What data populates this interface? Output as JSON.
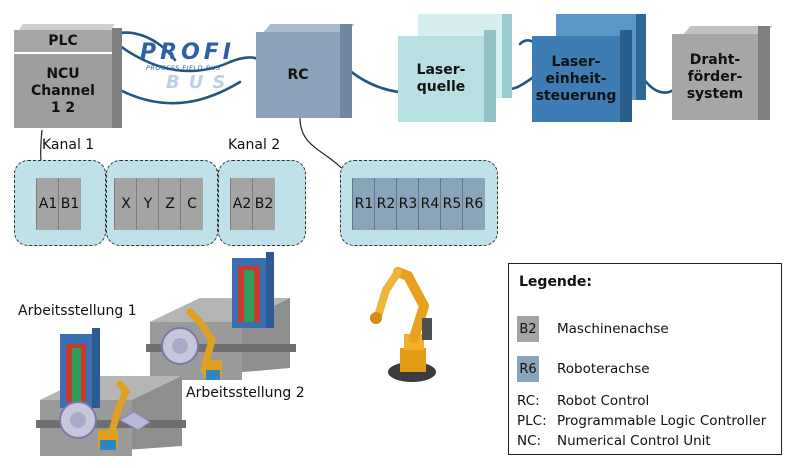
{
  "top_row": {
    "plc": "PLC",
    "ncu": "NCU\nChannel\n1    2",
    "profibus_logo": "PROFI",
    "profibus_sub": "PROCESS FIELD BUS",
    "profibus_bus": "BUS",
    "rc": "RC",
    "laserquelle": "Laser-\nquelle",
    "lasereinheit": "Laser-\neinheit-\nsteuerung",
    "drahtfoerder": "Draht-\nförder-\nsystem"
  },
  "channels": {
    "kanal1": "Kanal 1",
    "kanal2": "Kanal 2"
  },
  "axes_group1": [
    "A1",
    "B1"
  ],
  "axes_group2": [
    "X",
    "Y",
    "Z",
    "C"
  ],
  "axes_group3": [
    "A2",
    "B2"
  ],
  "robot_axes": [
    "R1",
    "R2",
    "R3",
    "R4",
    "R5",
    "R6"
  ],
  "workstations": {
    "ws1": "Arbeitsstellung 1",
    "ws2": "Arbeitsstellung 2"
  },
  "legend": {
    "title": "Legende:",
    "machine_swatch": "B2",
    "machine_label": "Maschinenachse",
    "robot_swatch": "R6",
    "robot_label": "Roboterachse",
    "abbr": [
      {
        "key": "RC:",
        "value": "Robot Control"
      },
      {
        "key": "PLC:",
        "value": "Programmable Logic Controller"
      },
      {
        "key": "NC:",
        "value": "Numerical Control Unit"
      }
    ]
  },
  "colors": {
    "machine_axis": "#a4a4a4",
    "robot_axis": "#8aa4ba",
    "laser_source": "#b8dfe2",
    "laser_unit": "#3d7db4",
    "frame": "#bfe1ea"
  }
}
